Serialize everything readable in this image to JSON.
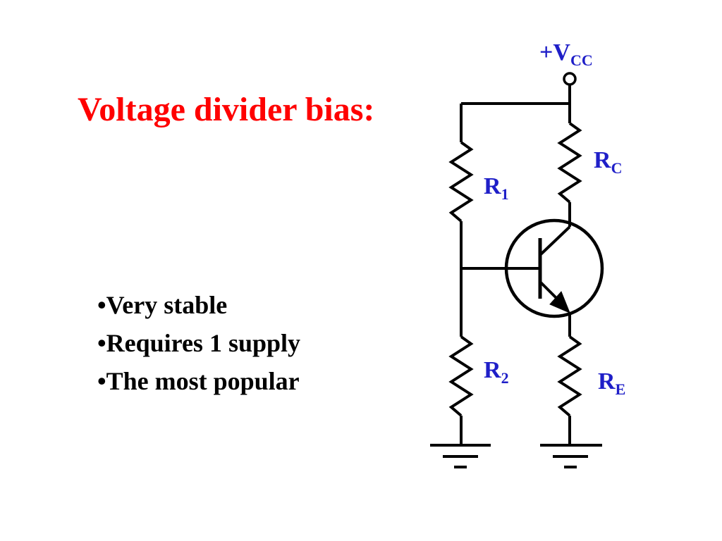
{
  "slide": {
    "title": "Voltage divider bias:",
    "bullets": [
      "•Very stable",
      "•Requires 1 supply",
      "•The most popular"
    ]
  },
  "circuit": {
    "supply": {
      "prefix": "+V",
      "sub": "CC"
    },
    "components": {
      "r1": {
        "main": "R",
        "sub": "1"
      },
      "rc": {
        "main": "R",
        "sub": "C"
      },
      "r2": {
        "main": "R",
        "sub": "2"
      },
      "re": {
        "main": "R",
        "sub": "E"
      }
    },
    "ground_symbol": "-",
    "transistor_type": "NPN"
  },
  "colors": {
    "title": "#ff0000",
    "label": "#1f1fc8",
    "wire": "#000000",
    "text": "#000000"
  }
}
